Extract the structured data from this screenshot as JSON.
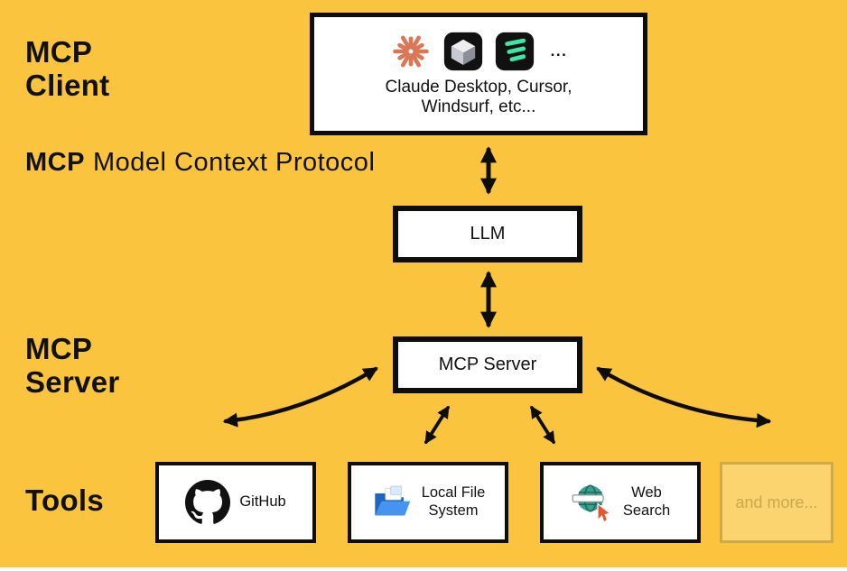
{
  "labels": {
    "client": "MCP\nClient",
    "protocol_bold": "MCP",
    "protocol_rest": "Model Context Protocol",
    "server": "MCP\nServer",
    "tools": "Tools"
  },
  "client_box": {
    "icons": [
      "claude-icon",
      "cursor-icon",
      "windsurf-icon"
    ],
    "ellipsis": "...",
    "caption": "Claude Desktop, Cursor,\nWindsurf, etc..."
  },
  "nodes": {
    "llm": "LLM",
    "mcp_server": "MCP Server"
  },
  "tools": {
    "github": {
      "label": "GitHub",
      "icon": "github-icon"
    },
    "local_files": {
      "label": "Local File\nSystem",
      "icon": "folder-icon"
    },
    "web_search": {
      "label": "Web\nSearch",
      "icon": "web-search-icon"
    },
    "more": {
      "label": "and more..."
    }
  },
  "colors": {
    "background": "#FAC43F",
    "box_border": "#0D0D0D",
    "box_background": "#FFFFFF",
    "arrow": "#0D0D0D",
    "claude_coral": "#D97757",
    "windsurf_green": "#3EE6A4",
    "more_box_border": "#94761E",
    "more_box_text": "#C9A94E"
  }
}
